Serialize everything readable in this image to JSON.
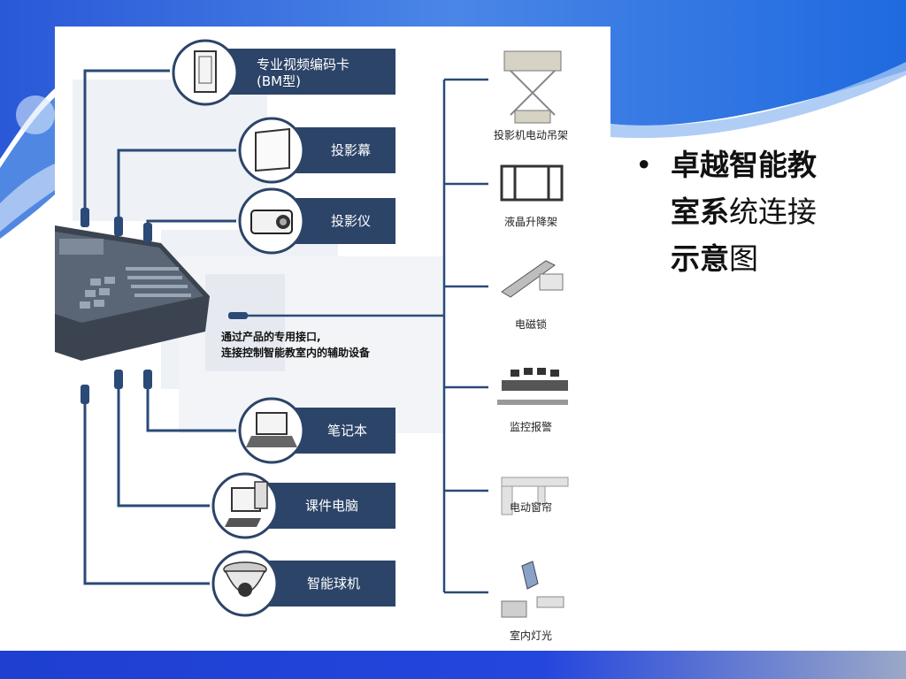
{
  "bullet": {
    "line1": "卓越智能教",
    "line2a": "室系",
    "line2b": "统连接",
    "line3a": "示意",
    "line3b": "图"
  },
  "left_devices": [
    {
      "icon": "video-card-icon",
      "label1": "专业视频编码卡",
      "label2": "(BM型)"
    },
    {
      "icon": "projection-screen-icon",
      "label1": "投影幕"
    },
    {
      "icon": "projector-icon",
      "label1": "投影仪"
    },
    {
      "icon": "laptop-icon",
      "label1": "笔记本"
    },
    {
      "icon": "desktop-computer-icon",
      "label1": "课件电脑"
    },
    {
      "icon": "dome-camera-icon",
      "label1": "智能球机"
    }
  ],
  "note": {
    "line1": "通过产品的专用接口,",
    "line2": "连接控制智能教室内的辅助设备"
  },
  "right_devices": [
    {
      "icon": "projector-lift-icon",
      "label": "投影机电动吊架"
    },
    {
      "icon": "lcd-lift-icon",
      "label": "液晶升降架"
    },
    {
      "icon": "magnetic-lock-icon",
      "label": "电磁锁"
    },
    {
      "icon": "surveillance-alarm-icon",
      "label": "监控报警"
    },
    {
      "icon": "electric-curtain-icon",
      "label": "电动窗帘"
    },
    {
      "icon": "indoor-light-icon",
      "label": "室内灯光"
    }
  ],
  "colors": {
    "pill": "#2c4468",
    "line": "#2a4a78",
    "accent": "#1e3fd0"
  }
}
